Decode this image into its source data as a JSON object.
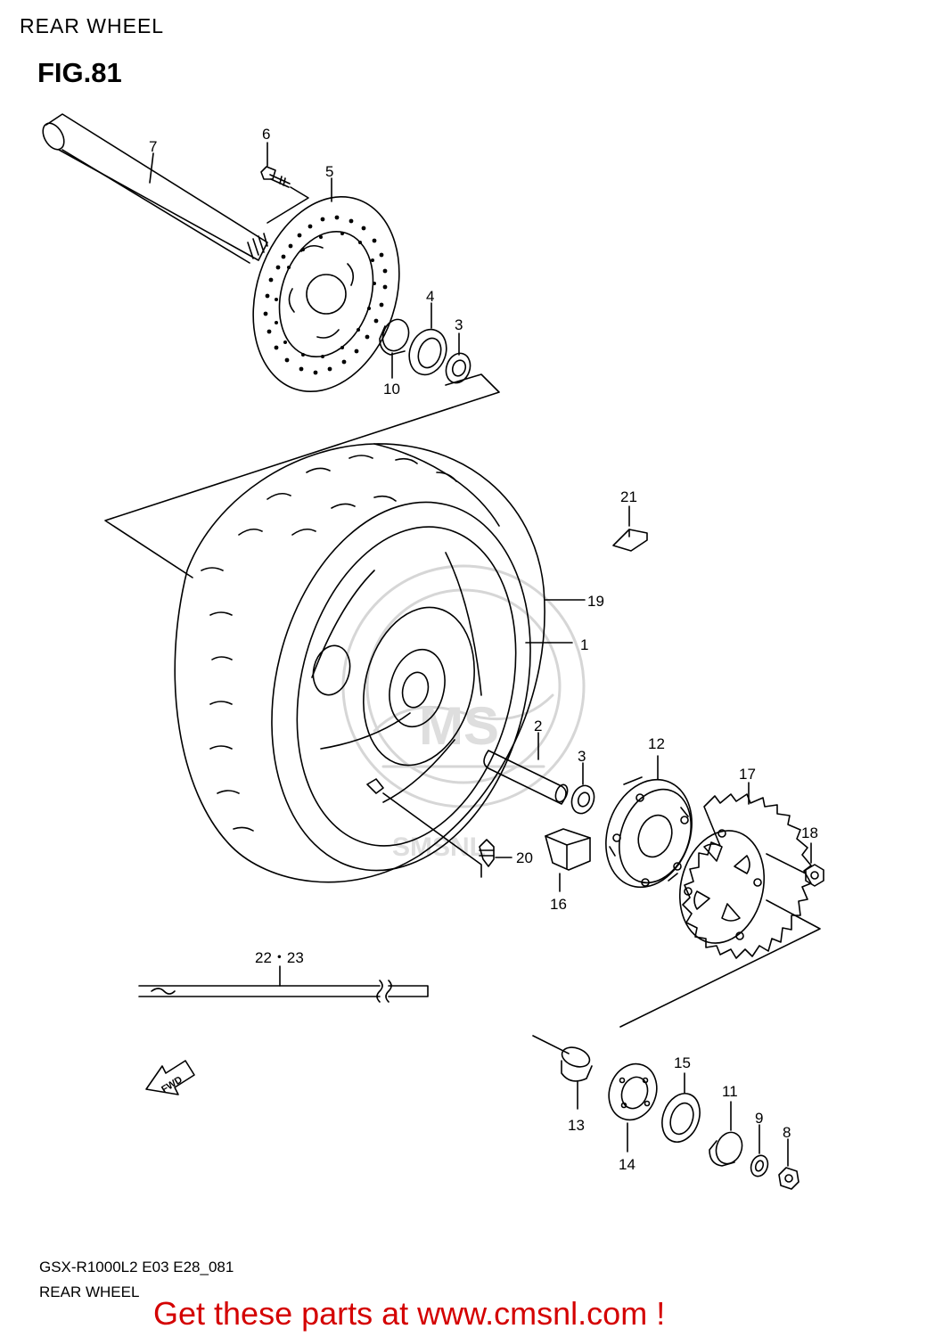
{
  "header": {
    "title": "REAR WHEEL"
  },
  "figure": {
    "label": "FIG.81"
  },
  "callouts": {
    "c1": "1",
    "c2": "2",
    "c3a": "3",
    "c3b": "3",
    "c4": "4",
    "c5": "5",
    "c6": "6",
    "c7": "7",
    "c8": "8",
    "c9": "9",
    "c10": "10",
    "c11": "11",
    "c12": "12",
    "c13": "13",
    "c14": "14",
    "c15": "15",
    "c16": "16",
    "c17": "17",
    "c18": "18",
    "c19": "19",
    "c20": "20",
    "c21": "21",
    "c22": "22・23"
  },
  "fwd_label": "FWD",
  "footer": {
    "model_code": "GSX-R1000L2 E03 E28_081",
    "section_name": "REAR WHEEL",
    "call_to_action": "Get these parts at www.cmsnl.com !"
  }
}
